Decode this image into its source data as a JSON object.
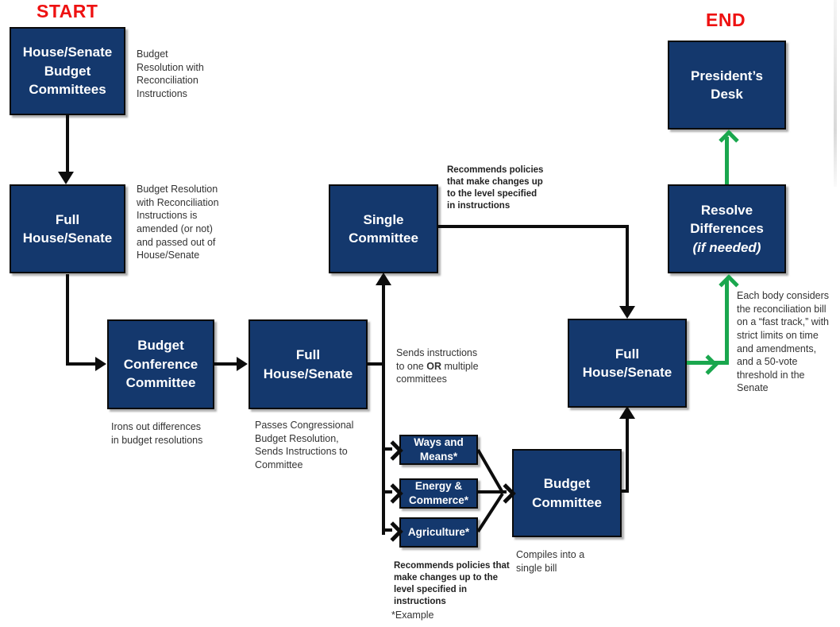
{
  "labels": {
    "start": "START",
    "end": "END"
  },
  "colors": {
    "box_fill": "#14386d",
    "box_border": "#0a0a0a",
    "arrow_black": "#0d0d0d",
    "arrow_green": "#1aa74e",
    "label_red": "#ee1111",
    "note_color": "#333333"
  },
  "boxes": {
    "house_senate_budget_committees": "House/Senate\nBudget\nCommittees",
    "full_house_senate_1": "Full\nHouse/Senate",
    "budget_conference_committee": "Budget\nConference\nCommittee",
    "full_house_senate_2": "Full\nHouse/Senate",
    "single_committee": "Single\nCommittee",
    "ways_and_means": "Ways and\nMeans*",
    "energy_commerce": "Energy &\nCommerce*",
    "agriculture": "Agriculture*",
    "budget_committee": "Budget\nCommittee",
    "full_house_senate_3": "Full\nHouse/Senate",
    "resolve_differences": {
      "main": "Resolve\nDifferences",
      "italic": "(if needed)"
    },
    "presidents_desk": "President’s\nDesk"
  },
  "annotations": {
    "budget_resolution": "Budget\nResolution with\nReconciliation\nInstructions",
    "amended": "Budget Resolution\nwith Reconciliation\nInstructions is\namended (or not)\nand passed out of\nHouse/Senate",
    "irons_out": "Irons out differences\nin budget resolutions",
    "passes": "Passes Congressional\nBudget Resolution,\nSends Instructions to\nCommittee",
    "sends_instructions": {
      "pre": "Sends instructions\nto one ",
      "bold": "OR",
      "post": " multiple\ncommittees"
    },
    "recommends_top": "Recommends policies\nthat make changes up\nto the level specified\nin instructions",
    "recommends_bottom": "Recommends policies that\nmake changes up to the\nlevel specified in\ninstructions",
    "example": "*Example",
    "compiles": "Compiles into a\nsingle bill",
    "each_body": "Each body considers\nthe reconciliation bill\non a “fast track,” with\nstrict limits on time\nand amendments,\nand a 50-vote\nthreshold in the\nSenate"
  }
}
